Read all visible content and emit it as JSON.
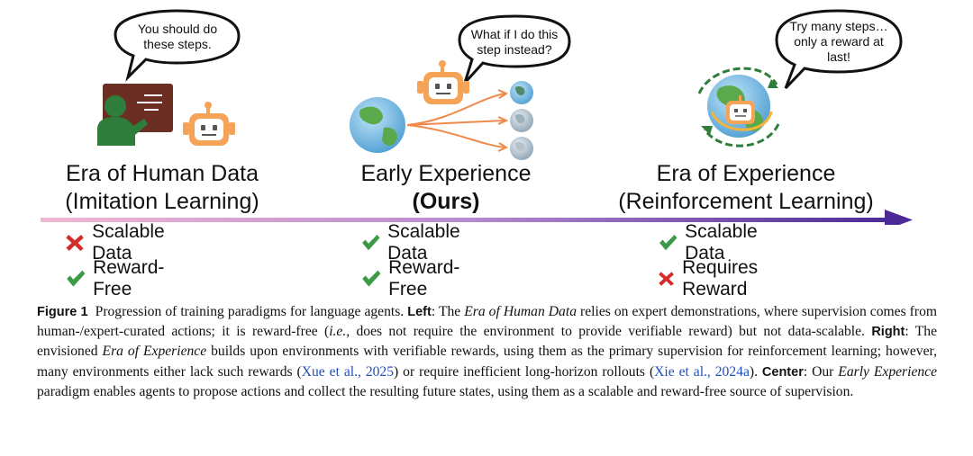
{
  "bubbles": {
    "left": "You should do\nthese steps.",
    "center": "What if I do this\nstep instead?",
    "right": "Try many steps…\nonly a reward at\nlast!"
  },
  "eras": {
    "left": {
      "line1": "Era of Human Data",
      "line2": "(Imitation Learning)"
    },
    "center": {
      "line1": "Early Experience",
      "line2": "(Ours)"
    },
    "right": {
      "line1": "Era of Experience",
      "line2": "(Reinforcement Learning)"
    }
  },
  "properties": {
    "left": [
      {
        "label": "Scalable Data",
        "status": "cross"
      },
      {
        "label": "Reward-Free",
        "status": "check"
      }
    ],
    "center": [
      {
        "label": "Scalable Data",
        "status": "check"
      },
      {
        "label": "Reward-Free",
        "status": "check"
      }
    ],
    "right": [
      {
        "label": "Scalable Data",
        "status": "check"
      },
      {
        "label": "Requires Reward",
        "status": "cross"
      }
    ]
  },
  "colors": {
    "check": "#3a9a45",
    "cross": "#d62b2b",
    "arrow_start": "#f2b8d2",
    "arrow_end": "#4b2a96",
    "robot": "#f5a357",
    "teacher": "#2e7d3a",
    "board": "#6a2f22",
    "citation": "#1f4fbf"
  },
  "caption": {
    "figure_label": "Figure 1",
    "intro": "Progression of training paradigms for language agents.",
    "left_label": "Left",
    "left_p1": ": The ",
    "left_em": "Era of Human Data",
    "left_p2": " relies on expert demonstrations, where supervision comes from human-/expert-curated actions; it is reward-free (",
    "left_ie": "i.e.",
    "left_p3": ", does not require the environment to provide verifiable reward) but not data-scalable.",
    "right_label": "Right",
    "right_p1": ": The envisioned ",
    "right_em": "Era of Experience",
    "right_p2": " builds upon environments with verifiable rewards, using them as the primary supervision for reinforcement learning; however, many environments either lack such rewards (",
    "cite1": "Xue et al., 2025",
    "right_p3": ") or require inefficient long-horizon rollouts (",
    "cite2": "Xie et al., 2024a",
    "right_p4": ").",
    "center_label": "Center",
    "center_p1": ": Our ",
    "center_em": "Early Experience",
    "center_p2": " paradigm enables agents to propose actions and collect the resulting future states, using them as a scalable and reward-free source of supervision."
  }
}
